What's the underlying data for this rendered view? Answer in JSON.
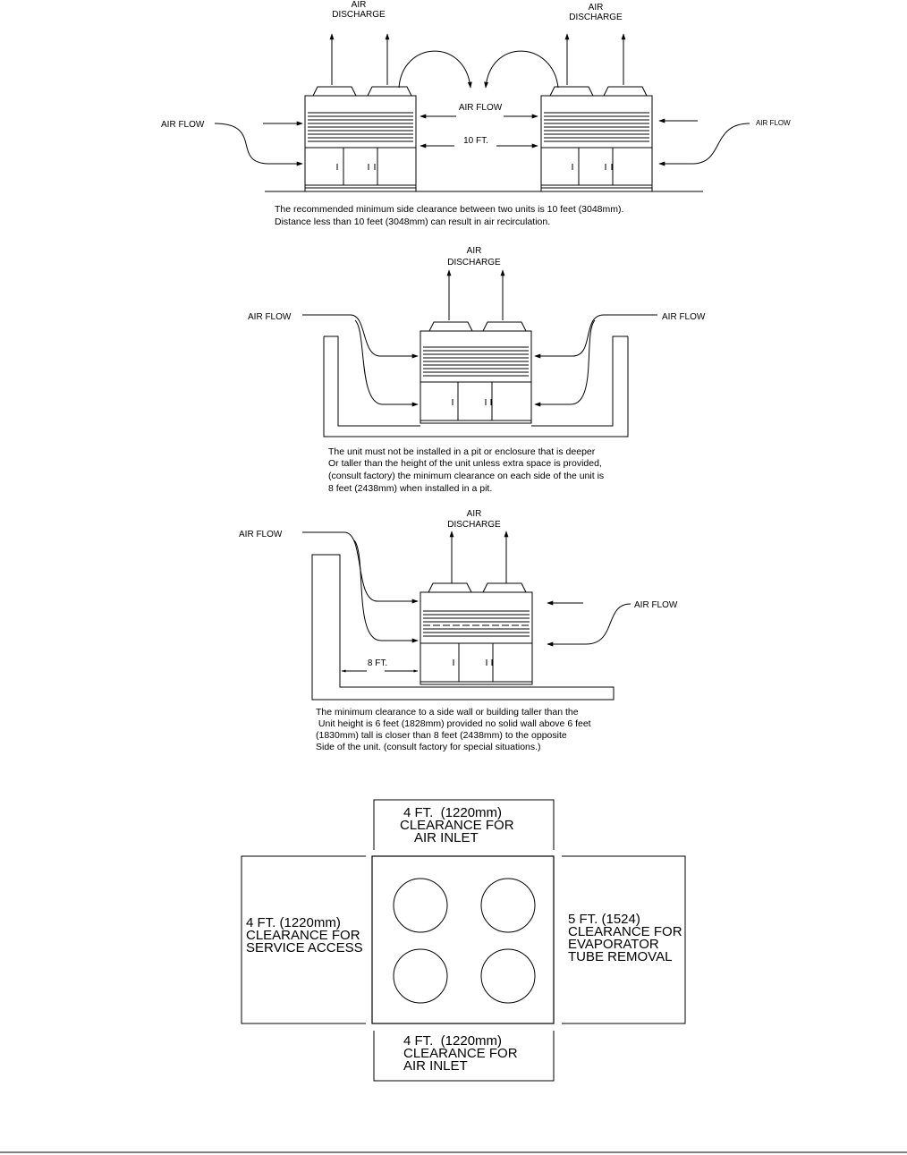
{
  "diagram1": {
    "left_discharge": [
      "AIR",
      "DISCHARGE"
    ],
    "right_discharge": [
      "AIR",
      "DISCHARGE"
    ],
    "left_air_flow": "AIR FLOW",
    "center_air_flow": "AIR FLOW",
    "right_air_flow": "AIR FLOW",
    "dimension": "10 FT.",
    "note": [
      "The recommended minimum side clearance between two units is 10 feet (3048mm).",
      "Distance less than 10 feet (3048mm) can result in air recirculation."
    ]
  },
  "diagram2": {
    "discharge": [
      "AIR",
      "DISCHARGE"
    ],
    "left_air_flow": "AIR FLOW",
    "right_air_flow": "AIR FLOW",
    "note": [
      "The unit must not be installed in a pit or enclosure that is deeper",
      "Or taller than the height of the unit unless extra space is provided,",
      "(consult factory)  the minimum clearance on each side of the unit is",
      "8 feet (2438mm)  when installed in a pit."
    ]
  },
  "diagram3": {
    "discharge": [
      "AIR",
      "DISCHARGE"
    ],
    "left_air_flow": "AIR FLOW",
    "right_air_flow": "AIR FLOW",
    "dimension": "8 FT.",
    "note": [
      "The minimum clearance to a side wall or building taller than the",
      " Unit height is 6 feet (1828mm) provided no solid wall above 6 feet",
      "(1830mm) tall is closer than 8 feet (2438mm) to the opposite",
      "Side of the unit. (consult factory for special situations.)"
    ]
  },
  "diagram4": {
    "top": [
      "4 FT.  (1220mm)",
      "CLEARANCE FOR",
      "AIR INLET"
    ],
    "bottom": [
      "4 FT.  (1220mm)",
      "CLEARANCE FOR",
      "AIR INLET"
    ],
    "left": [
      "4 FT. (1220mm)",
      "CLEARANCE FOR",
      "SERVICE ACCESS"
    ],
    "right": [
      "5 FT. (1524)",
      "CLEARANCE FOR",
      "EVAPORATOR",
      "TUBE REMOVAL"
    ]
  }
}
